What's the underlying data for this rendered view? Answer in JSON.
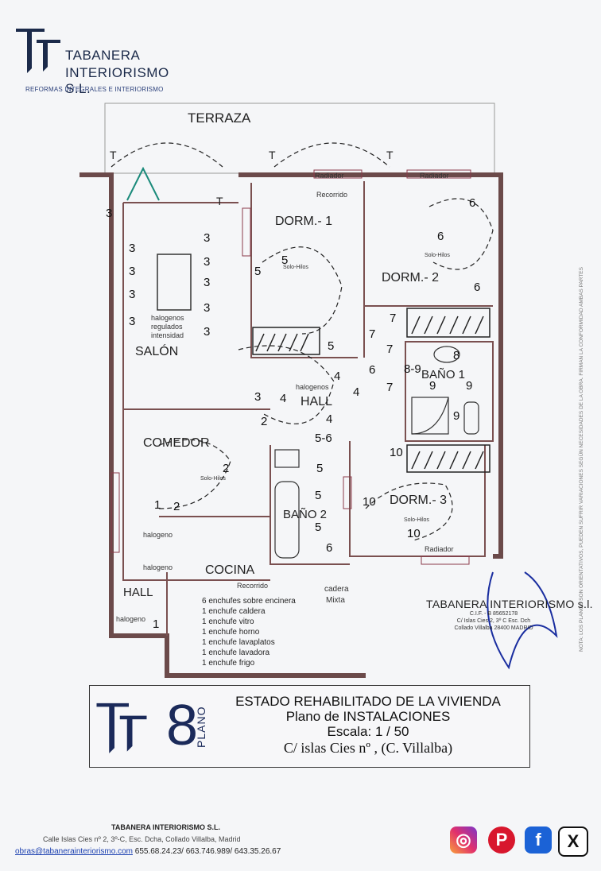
{
  "company": {
    "name_line1": "TABANERA",
    "name_line2": "INTERIORISMO S.L.",
    "tagline": "REFORMAS INTEGRALES E INTERIORISMO"
  },
  "plan": {
    "exterior": {
      "terraza": "TERRAZA"
    },
    "rooms": {
      "dorm1": "DORM.- 1",
      "dorm2": "DORM.- 2",
      "dorm3": "DORM.- 3",
      "salon": "SALÓN",
      "comedor": "COMEDOR",
      "hall": "HALL",
      "hall2": "HALL",
      "cocina": "COCINA",
      "bano1": "BAÑO 1",
      "bano2": "BAÑO 2"
    },
    "labels": {
      "radiador": "Radiador",
      "recorrido": "Recorrido",
      "halogenos": "halogenos",
      "halogenos_regulados_1": "halogenos",
      "halogenos_regulados_2": "regulados",
      "halogenos_regulados_3": "intensidad",
      "halogeno": "halogeno",
      "caldera_1": "cadera",
      "caldera_2": "Mixta",
      "t": "T",
      "solo_hilos": "Solo-Hilos"
    },
    "kitchen_notes": [
      "6 enchufes sobre encinera",
      "1 enchufe caldera",
      "1 enchufe vitro",
      "1 enchufe horno",
      "1 enchufe lavaplatos",
      "1 enchufe lavadora",
      "1 enchufe frigo"
    ]
  },
  "title_block": {
    "plan_number": "8",
    "plano_label": "PLANO",
    "line1": "ESTADO REHABILITADO DE LA VIVIENDA",
    "line2": "Plano de INSTALACIONES",
    "line3": "Escala: 1 / 50",
    "line4": "C/ islas Cies nº ,  (C. Villalba)"
  },
  "stamp": {
    "name": "TABANERA INTERIORISMO s.l.",
    "cif": "C.I.F. - B 85652178",
    "addr1": "C/ Islas Cies 2, 3º C Esc. Dch",
    "addr2": "Collado Villalba 28400 MADRID"
  },
  "side_note": "NOTA: LOS PLANOS SON ORIENTATIVOS,   PUEDEN SUFRIR VARIACIONES  SEGÚN NECESIDADES  DE LA OBRA. FIRMAN  LA CONFORMIDAD  AMBAS  PARTES",
  "footer": {
    "company": "TABANERA INTERIORISMO S.L.",
    "address": "Calle Islas Cies nº 2, 3º-C, Esc. Dcha, Collado Villalba, Madrid",
    "email": "obras@tabanerainteriorismo.com",
    "phones": " 655.68.24.23/ 663.746.989/ 643.35.26.67"
  },
  "social": {
    "instagram": "instagram-icon",
    "pinterest": "pinterest-icon",
    "facebook": "facebook-icon",
    "x": "x-icon"
  }
}
